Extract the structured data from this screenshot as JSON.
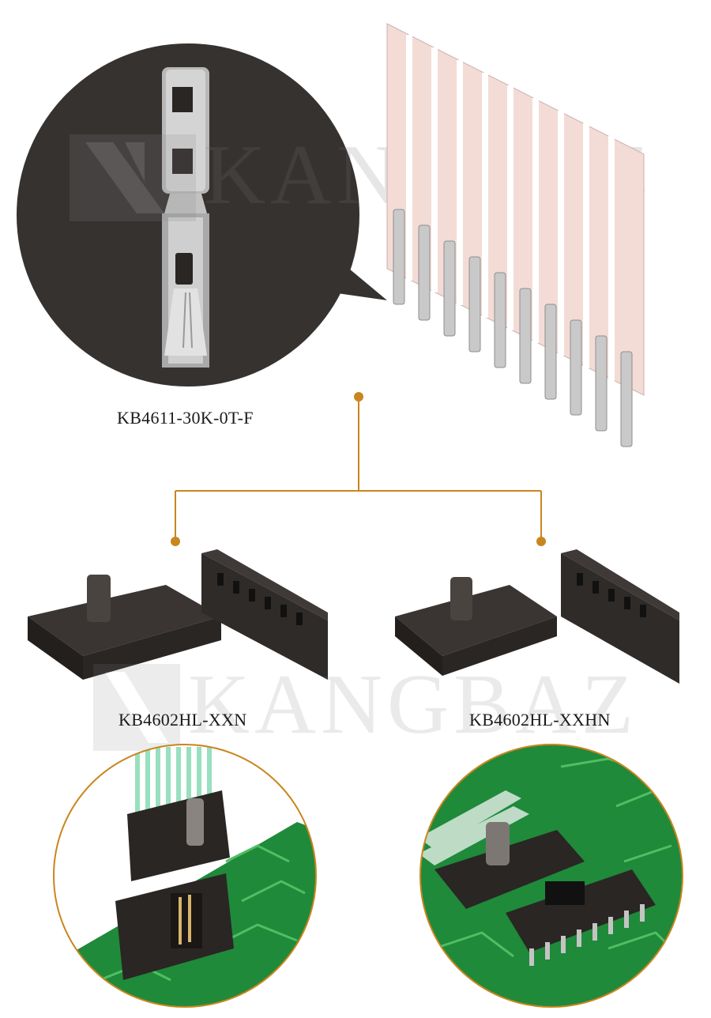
{
  "watermark": {
    "text": "KANGBAZ"
  },
  "products": {
    "terminal": {
      "part_number": "KB4611-30K-0T-F"
    },
    "housing_left": {
      "part_number": "KB4602HL-XXN"
    },
    "housing_right": {
      "part_number": "KB4602HL-XXHN"
    }
  },
  "colors": {
    "accent": "#c9861f",
    "magnifier_bg": "#353230",
    "pcb_green": "#1f8a3a",
    "housing": "#2a2624"
  }
}
